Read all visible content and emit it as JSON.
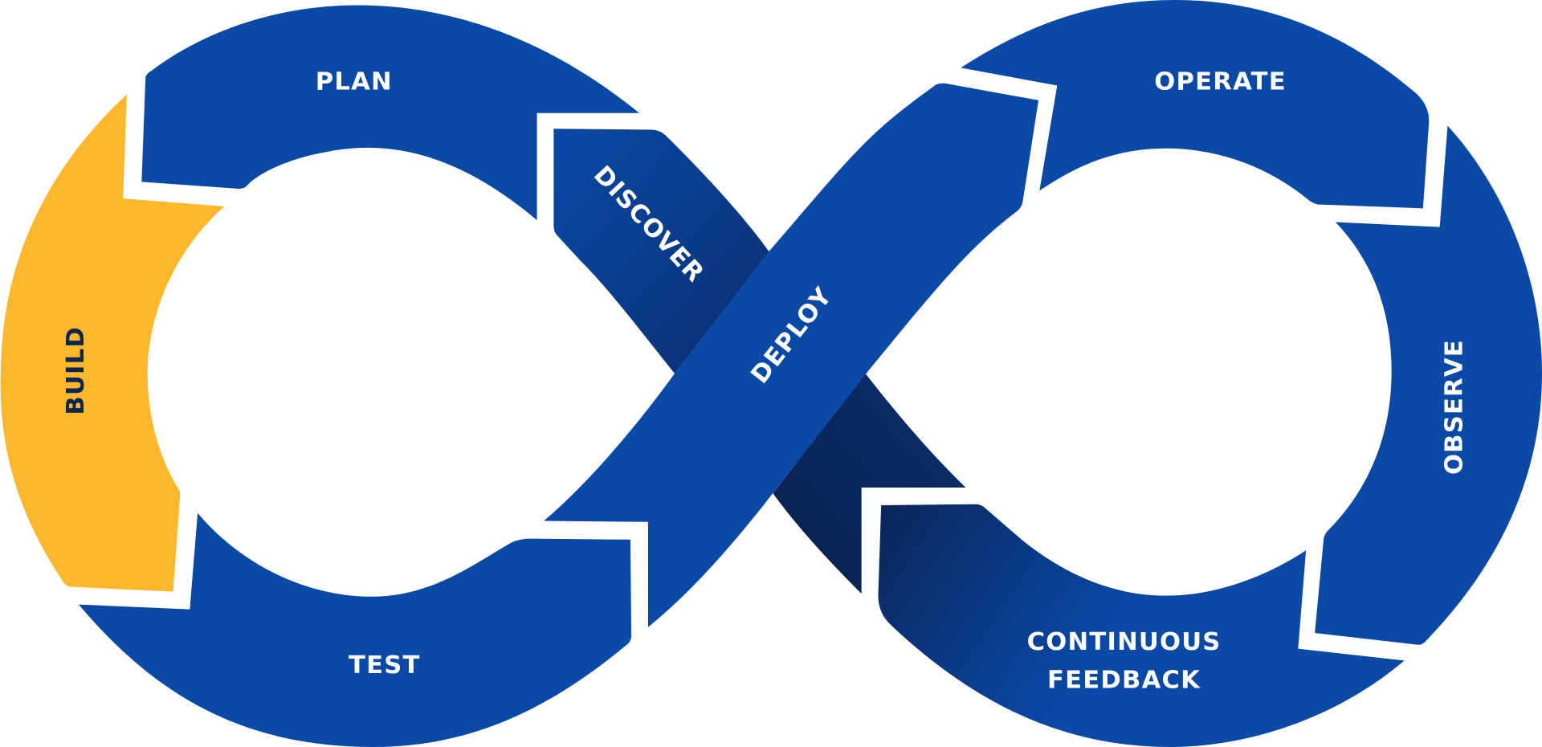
{
  "diagram": {
    "title": "DevOps infinity loop",
    "colors": {
      "primary_blue": "#0a49a6",
      "dark_navy": "#0b2558",
      "accent_yellow": "#fdb72c",
      "label_light": "#ffffff",
      "label_dark": "#0b2551"
    },
    "stages": {
      "plan": "PLAN",
      "build": "BUILD",
      "test": "TEST",
      "discover": "DISCOVER",
      "deploy": "DEPLOY",
      "operate": "OPERATE",
      "observe": "OBSERVE",
      "feedback_line1": "CONTINUOUS",
      "feedback_line2": "FEEDBACK"
    },
    "highlighted_stage": "BUILD"
  }
}
